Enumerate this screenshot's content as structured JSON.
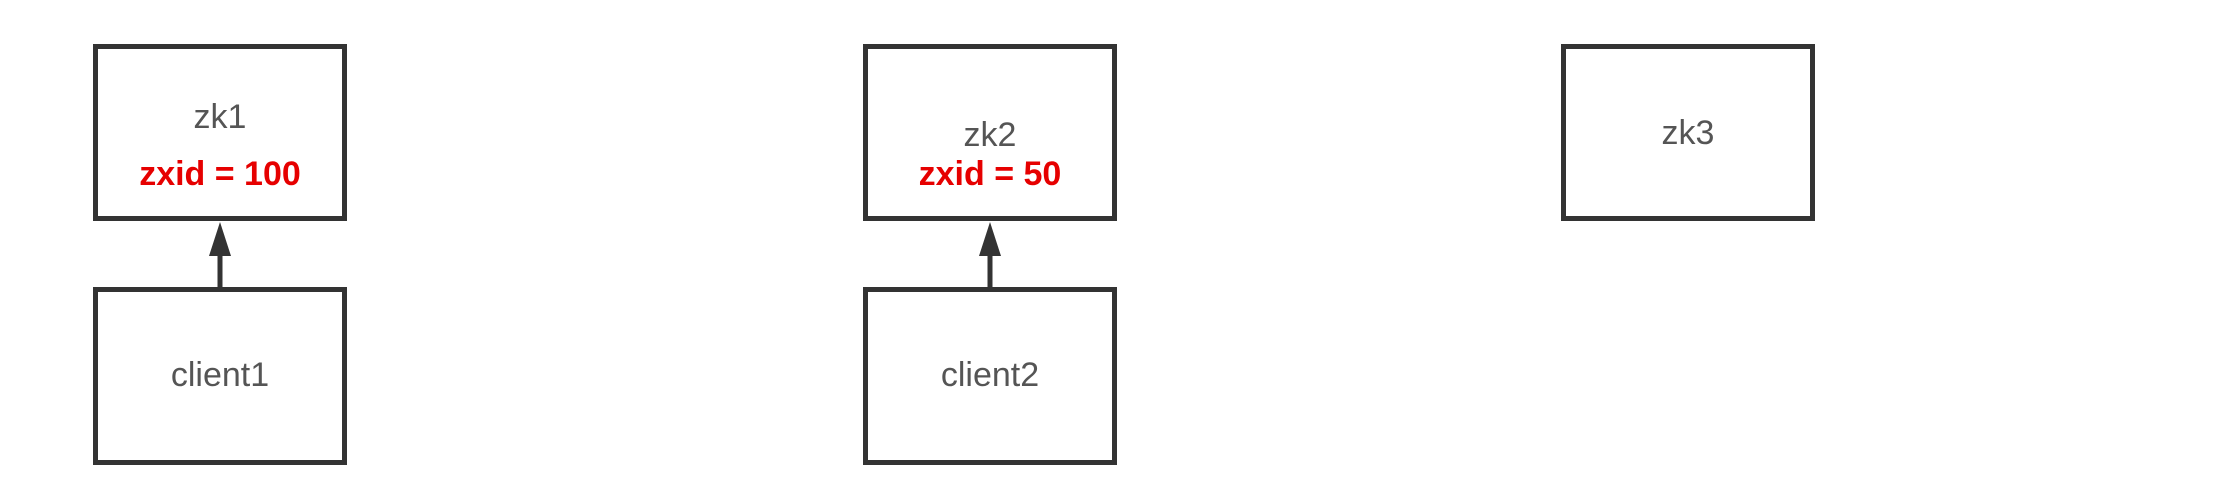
{
  "nodes": {
    "zk1": {
      "label": "zk1",
      "zxid": "zxid = 100"
    },
    "zk2": {
      "label": "zk2",
      "zxid": "zxid = 50"
    },
    "zk3": {
      "label": "zk3"
    },
    "client1": {
      "label": "client1"
    },
    "client2": {
      "label": "client2"
    }
  },
  "connections": [
    {
      "from": "client1",
      "to": "zk1"
    },
    {
      "from": "client2",
      "to": "zk2"
    }
  ],
  "colors": {
    "border": "#333333",
    "label_text": "#555555",
    "zxid_text": "#e60000",
    "arrow": "#333333"
  }
}
